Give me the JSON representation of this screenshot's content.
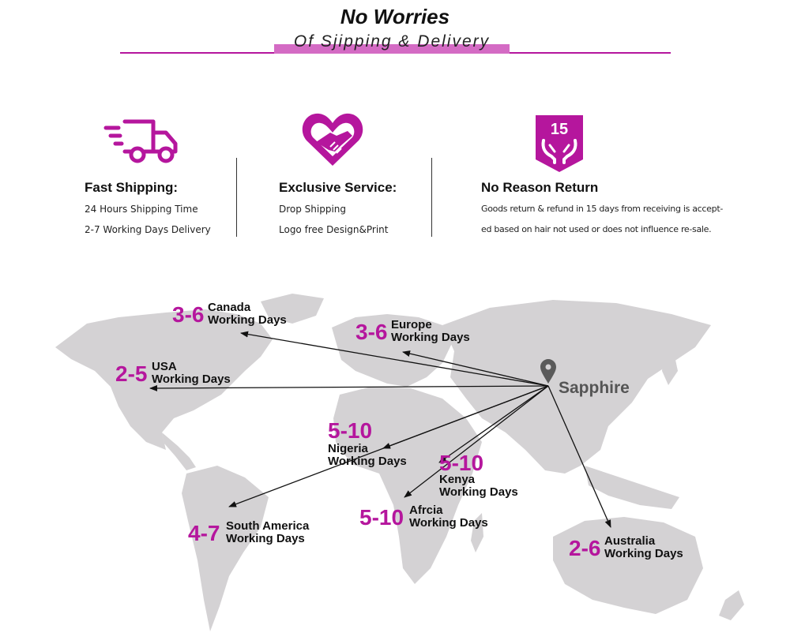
{
  "header": {
    "title": "No Worries",
    "subtitle": "Of Sjipping & Delivery"
  },
  "features": [
    {
      "icon": "delivery-truck-icon",
      "heading": "Fast Shipping:",
      "lines": [
        "24 Hours Shipping Time",
        "2-7 Working Days Delivery"
      ]
    },
    {
      "icon": "handshake-heart-icon",
      "heading": "Exclusive Service:",
      "lines": [
        "Drop Shipping",
        "Logo free Design&Print"
      ]
    },
    {
      "icon": "15-day-return-icon",
      "heading": "No Reason Return",
      "icon_text": "15",
      "lines": [
        "Goods return & refund in 15 days from receiving is accept-",
        "ed based on hair not used or does not influence re-sale."
      ]
    }
  ],
  "map": {
    "origin": "Sapphire",
    "destinations": [
      {
        "days": "3-6",
        "region": "Canada",
        "unit": "Working Days"
      },
      {
        "days": "2-5",
        "region": "USA",
        "unit": "Working Days"
      },
      {
        "days": "3-6",
        "region": "Europe",
        "unit": "Working Days"
      },
      {
        "days": "5-10",
        "region": "Nigeria",
        "unit": "Working Days"
      },
      {
        "days": "5-10",
        "region": "Kenya",
        "unit": "Working Days"
      },
      {
        "days": "5-10",
        "region": "Afrcia",
        "unit": "Working Days"
      },
      {
        "days": "4-7",
        "region": "South America",
        "unit": "Working Days"
      },
      {
        "days": "2-6",
        "region": "Australia",
        "unit": "Working Days"
      }
    ]
  },
  "colors": {
    "accent": "#b5169d",
    "accent_light": "#d46bc4",
    "land": "#d4d2d4"
  }
}
